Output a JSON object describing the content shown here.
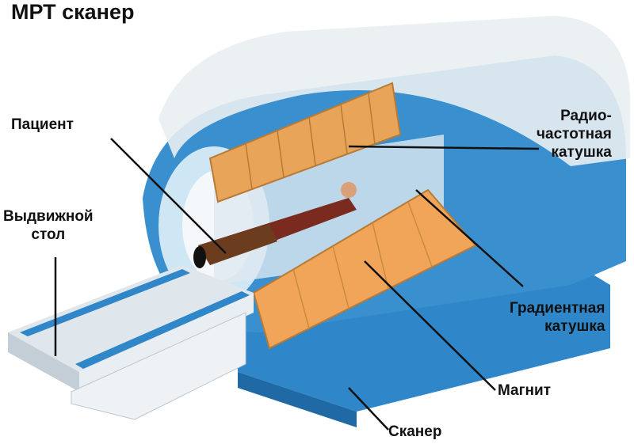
{
  "title": "МРТ сканер",
  "labels": {
    "patient": "Пациент",
    "rf_coil": "Радио-\nчастотная\nкатушка",
    "table": "Выдвижной\nстол",
    "gradient_coil": "Градиентная\nкатушка",
    "magnet": "Магнит",
    "scanner": "Сканер"
  },
  "colors": {
    "blue": "#3a8fcf",
    "light_blue": "#cfe6f5",
    "coil": "#e8a55a",
    "glass": "#e9eef2"
  }
}
